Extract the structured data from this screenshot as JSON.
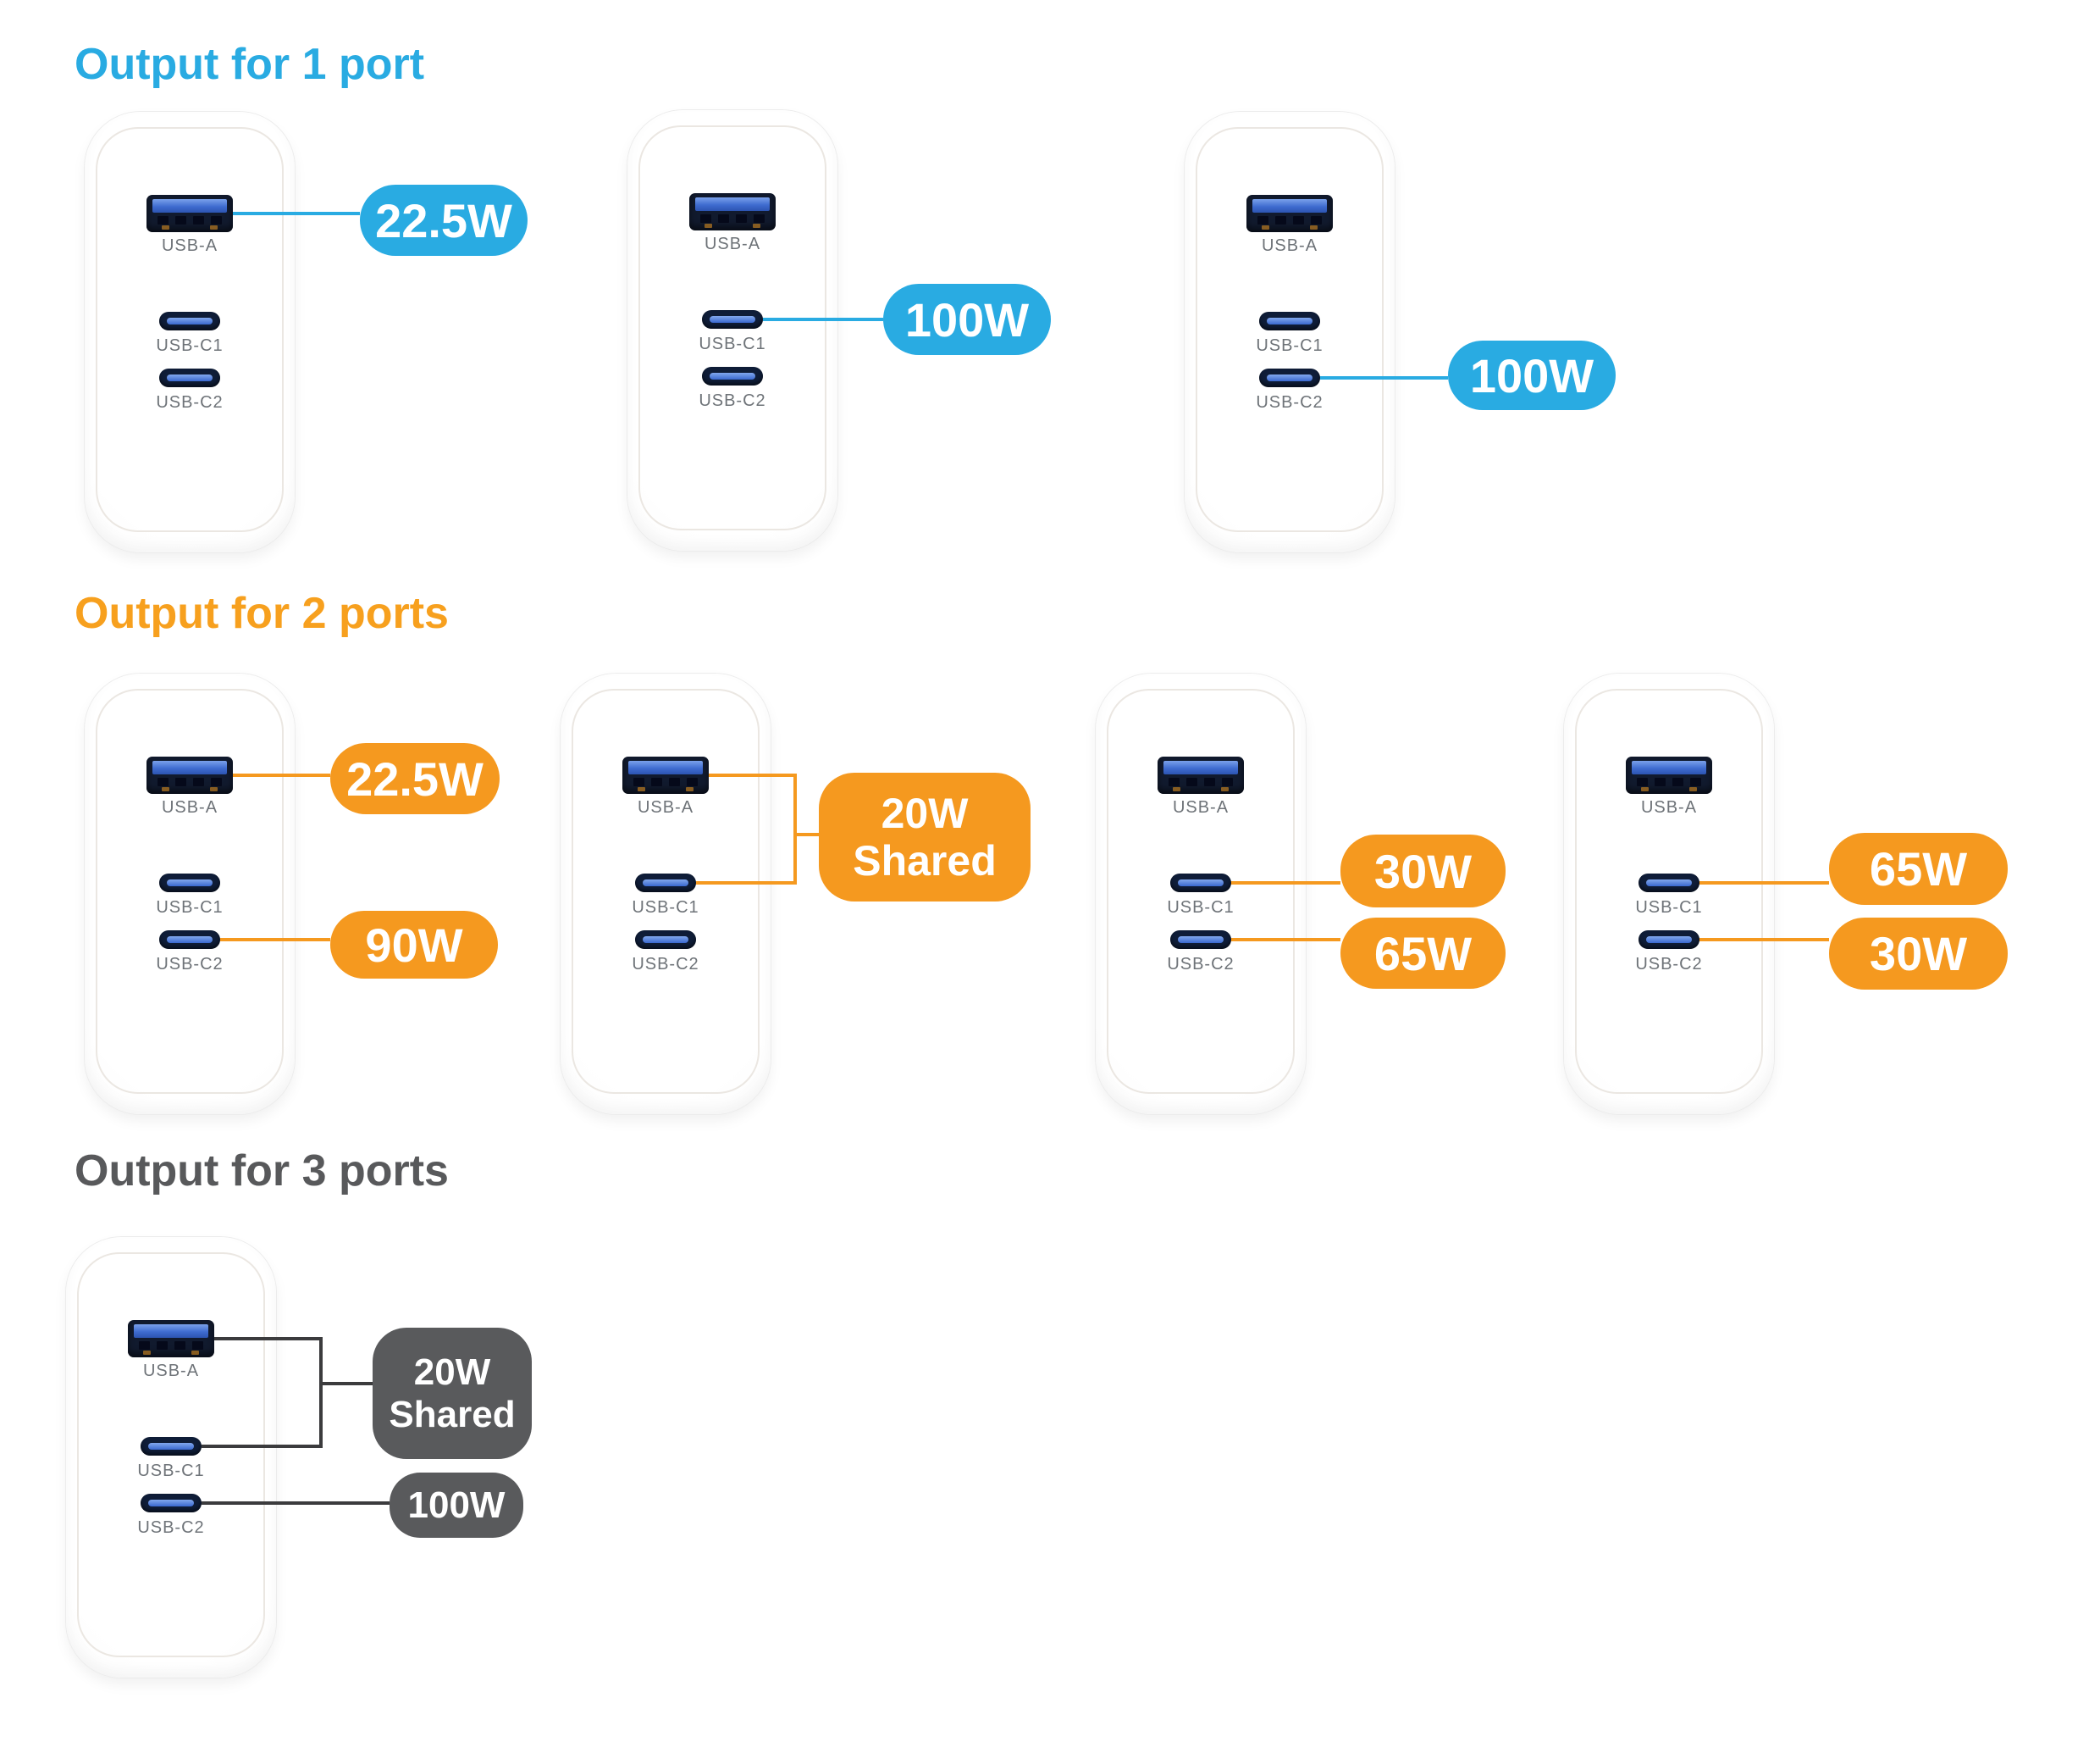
{
  "port_labels": {
    "usb_a": "USB-A",
    "usb_c1": "USB-C1",
    "usb_c2": "USB-C2"
  },
  "colors": {
    "blue_accent": "#29abe2",
    "orange_accent": "#f5991f",
    "gray_accent": "#58595b",
    "port_navy": "#111a2e",
    "port_blue": "#3f6cd0"
  },
  "sections": [
    {
      "title": "Output for 1 port",
      "accent": "#29abe2",
      "chargers": [
        {
          "callouts": [
            {
              "label": "22.5W",
              "target": "USB-A"
            }
          ]
        },
        {
          "callouts": [
            {
              "label": "100W",
              "target": "USB-C1"
            }
          ]
        },
        {
          "callouts": [
            {
              "label": "100W",
              "target": "USB-C2"
            }
          ]
        }
      ]
    },
    {
      "title": "Output for 2 ports",
      "accent": "#f7a01e",
      "chargers": [
        {
          "callouts": [
            {
              "label": "22.5W",
              "target": "USB-A"
            },
            {
              "label": "90W",
              "target": "USB-C2"
            }
          ]
        },
        {
          "callouts": [
            {
              "label": "20W Shared",
              "target": "USB-A + USB-C1"
            }
          ]
        },
        {
          "callouts": [
            {
              "label": "30W",
              "target": "USB-C1"
            },
            {
              "label": "65W",
              "target": "USB-C2"
            }
          ]
        },
        {
          "callouts": [
            {
              "label": "65W",
              "target": "USB-C1"
            },
            {
              "label": "30W",
              "target": "USB-C2"
            }
          ]
        }
      ]
    },
    {
      "title": "Output for 3 ports",
      "accent": "#58595b",
      "chargers": [
        {
          "callouts": [
            {
              "label": "20W Shared",
              "target": "USB-A + USB-C1"
            },
            {
              "label": "100W",
              "target": "USB-C2"
            }
          ]
        }
      ]
    }
  ]
}
